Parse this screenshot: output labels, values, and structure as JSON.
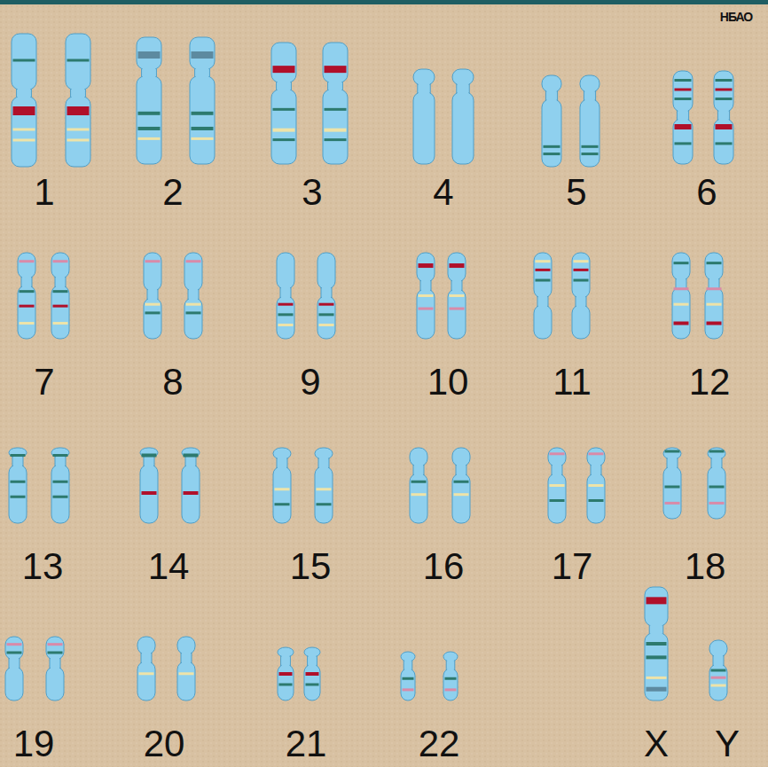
{
  "diagram": {
    "labels": [
      "НБАО",
      "1",
      "2",
      "3",
      "4",
      "5",
      "6",
      "7",
      "8",
      "9",
      "10",
      "11",
      "12",
      "13",
      "14",
      "15",
      "16",
      "17",
      "18",
      "19",
      "20",
      "21",
      "22",
      "X",
      "Y"
    ]
  }
}
